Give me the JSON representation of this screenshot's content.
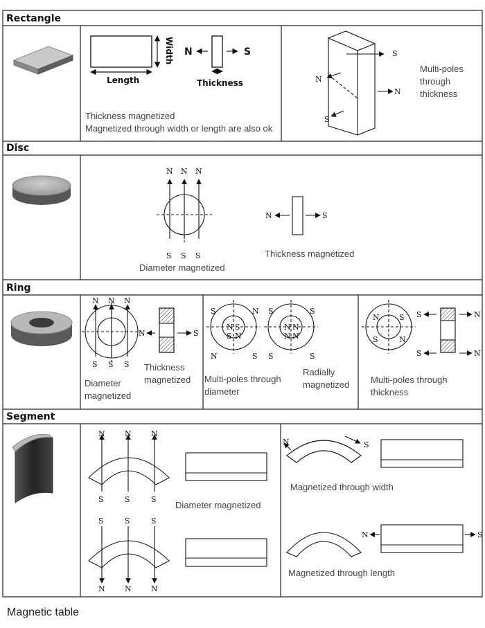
{
  "sections": {
    "rectangle": {
      "title": "Rectangle",
      "dims": {
        "width": "Width",
        "length": "Length",
        "thickness": "Thickness"
      },
      "poles": {
        "n": "N",
        "s": "S"
      },
      "caption_line1": "Thickness magnetized",
      "caption_line2": "Magnetized through width or length are also ok",
      "multipole_line1": "Multi-poles",
      "multipole_line2": "through",
      "multipole_line3": "thickness"
    },
    "disc": {
      "title": "Disc",
      "diameter_label": "Diameter magnetized",
      "thickness_label": "Thickness magnetized"
    },
    "ring": {
      "title": "Ring",
      "diameter_line1": "Diameter",
      "diameter_line2": "magnetized",
      "thickness_line1": "Thickness",
      "thickness_line2": "magnetized",
      "mp_diam_line1": "Multi-poles through",
      "mp_diam_line2": "diameter",
      "radial_line1": "Radially",
      "radial_line2": "magnetized",
      "mp_thick_line1": "Multi-poles through",
      "mp_thick_line2": "thickness"
    },
    "segment": {
      "title": "Segment",
      "diameter_label": "Diameter magnetized",
      "width_label": "Magnetized through width",
      "length_label": "Magnetized through length"
    }
  },
  "footer": {
    "caption": "Magnetic table"
  }
}
